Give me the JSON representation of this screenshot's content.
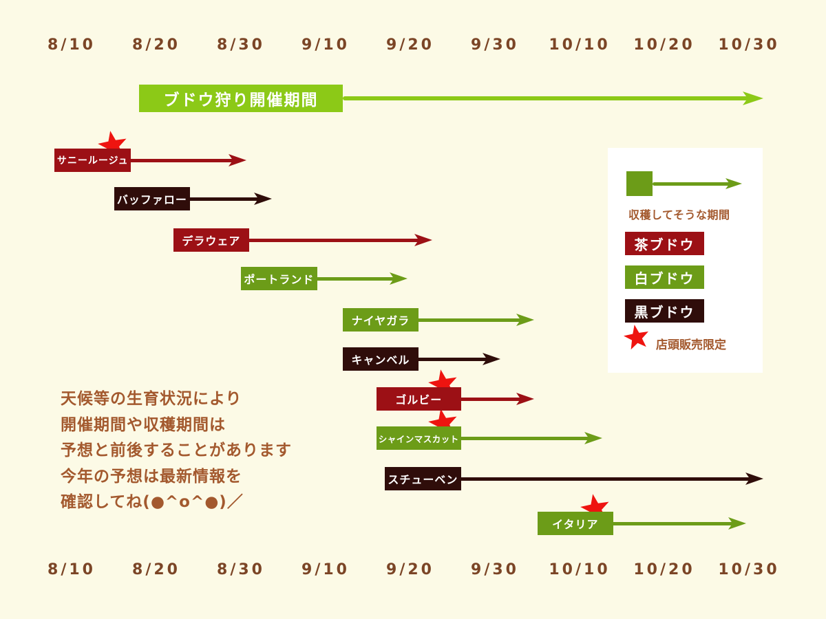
{
  "colors": {
    "background": "#FCFAE6",
    "event_green": "#8CC917",
    "white_grape": "#6C9C18",
    "brown_grape": "#9C1015",
    "black_grape": "#2F0D0A",
    "star_red": "#EE1410",
    "axis_text": "#7B4526",
    "note_text": "#A3592E",
    "box_text": "#FFFFFF",
    "legend_bg": "#FFFFFF"
  },
  "chart_data": {
    "type": "gantt",
    "title": "",
    "x_axis": {
      "tick_labels": [
        "8/10",
        "8/20",
        "8/30",
        "9/10",
        "9/20",
        "9/30",
        "10/10",
        "10/20",
        "10/30"
      ],
      "unit": "month/day",
      "shown_on_top": true,
      "shown_on_bottom": true,
      "range": [
        "8/10",
        "10/30"
      ]
    },
    "event_bar": {
      "label": "ブドウ狩り開催期間",
      "bar_start": "8/18",
      "bar_end": "9/12",
      "arrow_end": "10/31",
      "color_key": "event_green"
    },
    "rows": [
      {
        "label": "サニールージュ",
        "grape_type": "茶ブドウ",
        "color_key": "brown_grape",
        "bar_start": "8/8",
        "bar_end": "8/17",
        "arrow_end": "8/30",
        "store_only": true
      },
      {
        "label": "バッファロー",
        "grape_type": "黒ブドウ",
        "color_key": "black_grape",
        "bar_start": "8/15",
        "bar_end": "8/24",
        "arrow_end": "9/3",
        "store_only": false
      },
      {
        "label": "デラウェア",
        "grape_type": "茶ブドウ",
        "color_key": "brown_grape",
        "bar_start": "8/22",
        "bar_end": "8/31",
        "arrow_end": "9/22",
        "store_only": false
      },
      {
        "label": "ポートランド",
        "grape_type": "白ブドウ",
        "color_key": "white_grape",
        "bar_start": "8/30",
        "bar_end": "9/9",
        "arrow_end": "9/19",
        "store_only": false
      },
      {
        "label": "ナイヤガラ",
        "grape_type": "白ブドウ",
        "color_key": "white_grape",
        "bar_start": "9/12",
        "bar_end": "9/21",
        "arrow_end": "10/4",
        "store_only": false
      },
      {
        "label": "キャンベル",
        "grape_type": "黒ブドウ",
        "color_key": "black_grape",
        "bar_start": "9/12",
        "bar_end": "9/21",
        "arrow_end": "9/30",
        "store_only": false
      },
      {
        "label": "ゴルビー",
        "grape_type": "茶ブドウ",
        "color_key": "brown_grape",
        "bar_start": "9/16",
        "bar_end": "9/26",
        "arrow_end": "10/4",
        "store_only": true
      },
      {
        "label": "シャインマスカット",
        "grape_type": "白ブドウ",
        "color_key": "white_grape",
        "bar_start": "9/16",
        "bar_end": "9/26",
        "arrow_end": "10/12",
        "store_only": true
      },
      {
        "label": "スチューベン",
        "grape_type": "黒ブドウ",
        "color_key": "black_grape",
        "bar_start": "9/17",
        "bar_end": "9/26",
        "arrow_end": "10/31",
        "store_only": false
      },
      {
        "label": "イタリア",
        "grape_type": "白ブドウ",
        "color_key": "white_grape",
        "bar_start": "10/5",
        "bar_end": "10/14",
        "arrow_end": "10/29",
        "store_only": true
      }
    ],
    "legend": {
      "sample_label": "収穫してそうな期間",
      "categories": [
        {
          "label": "茶ブドウ",
          "color_key": "brown_grape"
        },
        {
          "label": "白ブドウ",
          "color_key": "white_grape"
        },
        {
          "label": "黒ブドウ",
          "color_key": "black_grape"
        }
      ],
      "star_label": "店頭販売限定"
    },
    "note_lines": [
      "天候等の生育状況により",
      "開催期間や収穫期間は",
      "予想と前後することがあります",
      "今年の予想は最新情報を",
      "確認してね(●^o^●)／"
    ]
  }
}
